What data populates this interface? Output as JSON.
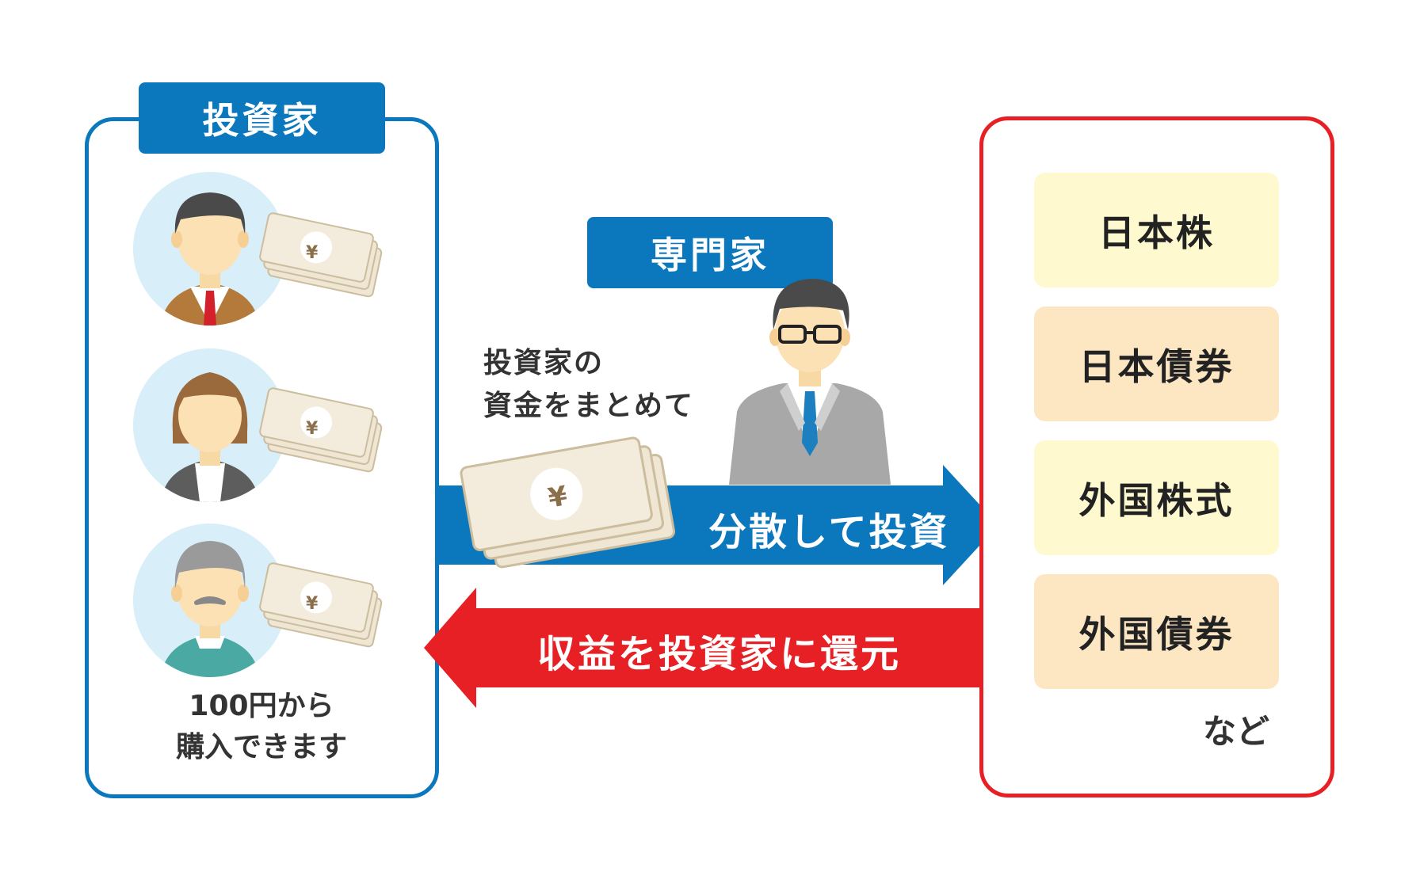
{
  "investors": {
    "label": "投資家",
    "note_line1": "100円から",
    "note_line2": "購入できます",
    "money_symbol": "¥"
  },
  "expert": {
    "label": "専門家",
    "gather_line1": "投資家の",
    "gather_line2": "資金をまとめて"
  },
  "arrows": {
    "invest_label": "分散して投資",
    "return_label": "収益を投資家に還元",
    "invest_color": "#0b77bd",
    "return_color": "#e62024"
  },
  "assets": {
    "items": [
      "日本株",
      "日本債券",
      "外国株式",
      "外国債券"
    ],
    "etc": "など"
  },
  "colors": {
    "blue": "#0b77bd",
    "red": "#e62024",
    "asset_yellow": "#fff9cf",
    "asset_orange": "#fde7c3",
    "circle_bg": "#d8eef9",
    "banknote": "#efe6d4"
  }
}
